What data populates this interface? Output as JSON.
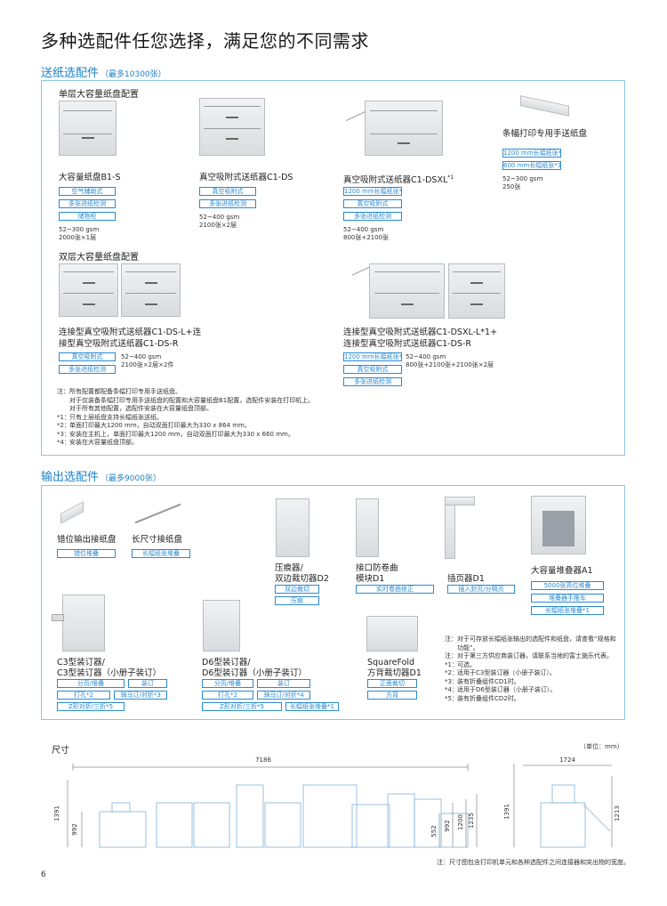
{
  "page_title": "多种选配件任您选择，满足您的不同需求",
  "feed": {
    "title": "送纸选配件",
    "subtitle": "（最多10300张）",
    "single_title": "单层大容量纸盘配置",
    "double_title": "双层大容量纸盘配置",
    "items": [
      {
        "name": "大容量纸盘B1-S",
        "tags": [
          "空气辅助式",
          "多张进纸检测",
          "储物柜"
        ],
        "spec": [
          "52~300 gsm",
          "2000张×1层"
        ]
      },
      {
        "name": "真空吸附式送纸器C1-DS",
        "tags": [
          "真空吸附式",
          "多张进纸检测"
        ],
        "spec": [
          "52~400 gsm",
          "2100张×2层"
        ]
      },
      {
        "name": "真空吸附式送纸器C1-DSXL",
        "sup": "*1",
        "tags": [
          "1200 mm长幅纸张*2",
          "真空吸附式",
          "多张进纸检测"
        ],
        "spec": [
          "52~400 gsm",
          "800张+2100张"
        ]
      },
      {
        "name": "条幅打印专用手送纸盘",
        "tags": [
          "1200 mm长幅纸张*2",
          "600 mm长幅纸张*3"
        ],
        "spec": [
          "52~300 gsm",
          "250张"
        ]
      }
    ],
    "double_items": [
      {
        "name1": "连接型真空吸附式送纸器C1-DS-L+连",
        "name2": "接型真空吸附式送纸器C1-DS-R",
        "tags": [
          "真空吸附式",
          "多张进纸检测"
        ],
        "spec": [
          "52~400 gsm",
          "2100张×2层×2件"
        ]
      },
      {
        "name1": "连接型真空吸附式送纸器C1-DSXL-L*1+",
        "name2": "连接型真空吸附式送纸器C1-DS-R",
        "tags": [
          "1200 mm长幅纸张*2",
          "真空吸附式",
          "多张进纸检测"
        ],
        "spec": [
          "52~400 gsm",
          "800张+2100张+2100张×2层"
        ]
      }
    ],
    "notes": [
      {
        "k": "注：",
        "v": "所有配置都配备条幅打印专用手送纸盘。"
      },
      {
        "k": "",
        "v": "对于仅装备条幅打印专用手送纸盘的配置和大容量纸盘B1配置，选配件安装在打印机上。"
      },
      {
        "k": "",
        "v": "对于所有其他配置，选配件安装在大容量纸盘顶部。"
      },
      {
        "k": "*1：",
        "v": "只有上层纸盘支持长幅纸张送纸。"
      },
      {
        "k": "*2：",
        "v": "单面打印最大1200 mm，自动双面打印最大为330 x 864 mm。"
      },
      {
        "k": "*3：",
        "v": "安装在主机上，单面打印最大1200 mm，自动双面打印最大为330 x 660 mm。"
      },
      {
        "k": "*4：",
        "v": "安装在大容量纸盘顶部。"
      }
    ]
  },
  "output": {
    "title": "输出选配件",
    "subtitle": "（最多9000张）",
    "items": [
      {
        "name": "错位输出接纸盘",
        "tags": [
          "错位堆叠"
        ]
      },
      {
        "name": "长尺寸接纸盘",
        "tags": [
          "长幅纸张堆叠"
        ]
      },
      {
        "name1": "压痕器/",
        "name2": "双边裁切器D2",
        "tags": [
          "双边裁切",
          "压痕"
        ]
      },
      {
        "name1": "接口防卷曲",
        "name2": "模块D1",
        "tags": [
          "实时卷曲修正"
        ]
      },
      {
        "name": "插页器D1",
        "tags": [
          "插入封页/分隔页"
        ]
      },
      {
        "name": "大容量堆叠器A1",
        "tags": [
          "5000张高位堆叠",
          "堆叠器手推车",
          "长幅纸张堆叠*1"
        ]
      },
      {
        "name1": "C3型装订器/",
        "name2": "C3型装订器（小册子装订）",
        "tags": [
          "分页/堆叠",
          "装订",
          "打孔*2",
          "骑马订/对折*3",
          "Z形对折/三折*5"
        ]
      },
      {
        "name1": "D6型装订器/",
        "name2": "D6型装订器（小册子装订）",
        "tags": [
          "分页/堆叠",
          "装订",
          "打孔*2",
          "骑马订/对折*4",
          "Z形对折/三折*5",
          "长幅纸张堆叠*1"
        ]
      },
      {
        "name1": "SquareFold",
        "name2": "方背裁切器D1",
        "tags": [
          "正面裁切",
          "方背"
        ]
      }
    ],
    "notes": [
      {
        "k": "注：",
        "v": "对于可存放长幅纸张输出的选配件和纸盘，请查看“规格和功能”。"
      },
      {
        "k": "注：",
        "v": "对于第三方供应商装订器，请联系当地的富士施乐代表。"
      },
      {
        "k": "*1：",
        "v": "可选。"
      },
      {
        "k": "*2：",
        "v": "适用于C3型装订器（小册子装订）。"
      },
      {
        "k": "*3：",
        "v": "装有折叠组件CD1时。"
      },
      {
        "k": "*4：",
        "v": "适用于D6型装订器（小册子装订）。"
      },
      {
        "k": "*5：",
        "v": "装有折叠组件CD2时。"
      }
    ]
  },
  "dims": {
    "title": "尺寸",
    "unit": "（单位：mm）",
    "width_total": "7186",
    "h1": "1391",
    "h2": "992",
    "h3": "552",
    "h4": "992",
    "h5": "1200",
    "h6": "1235",
    "side_width": "1724",
    "side_h1": "1391",
    "side_h2": "1213",
    "note": "注：尺寸图包含打印机单元和各种选配件之间连接器和突出物的宽度。"
  },
  "page_number": "6"
}
